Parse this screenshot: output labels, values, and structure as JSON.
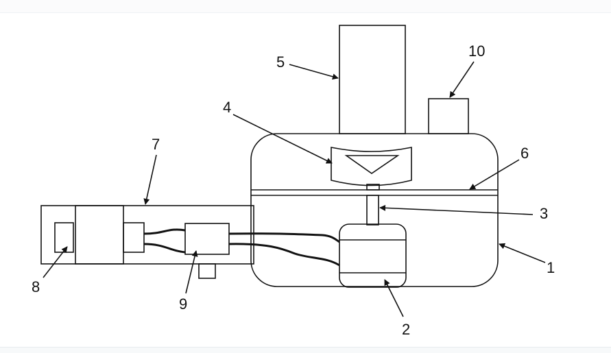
{
  "colors": {
    "stroke": "#111111",
    "background": "#ffffff"
  },
  "labels": {
    "l1": "1",
    "l2": "2",
    "l3": "3",
    "l4": "4",
    "l5": "5",
    "l6": "6",
    "l7": "7",
    "l8": "8",
    "l9": "9",
    "l10": "10"
  }
}
